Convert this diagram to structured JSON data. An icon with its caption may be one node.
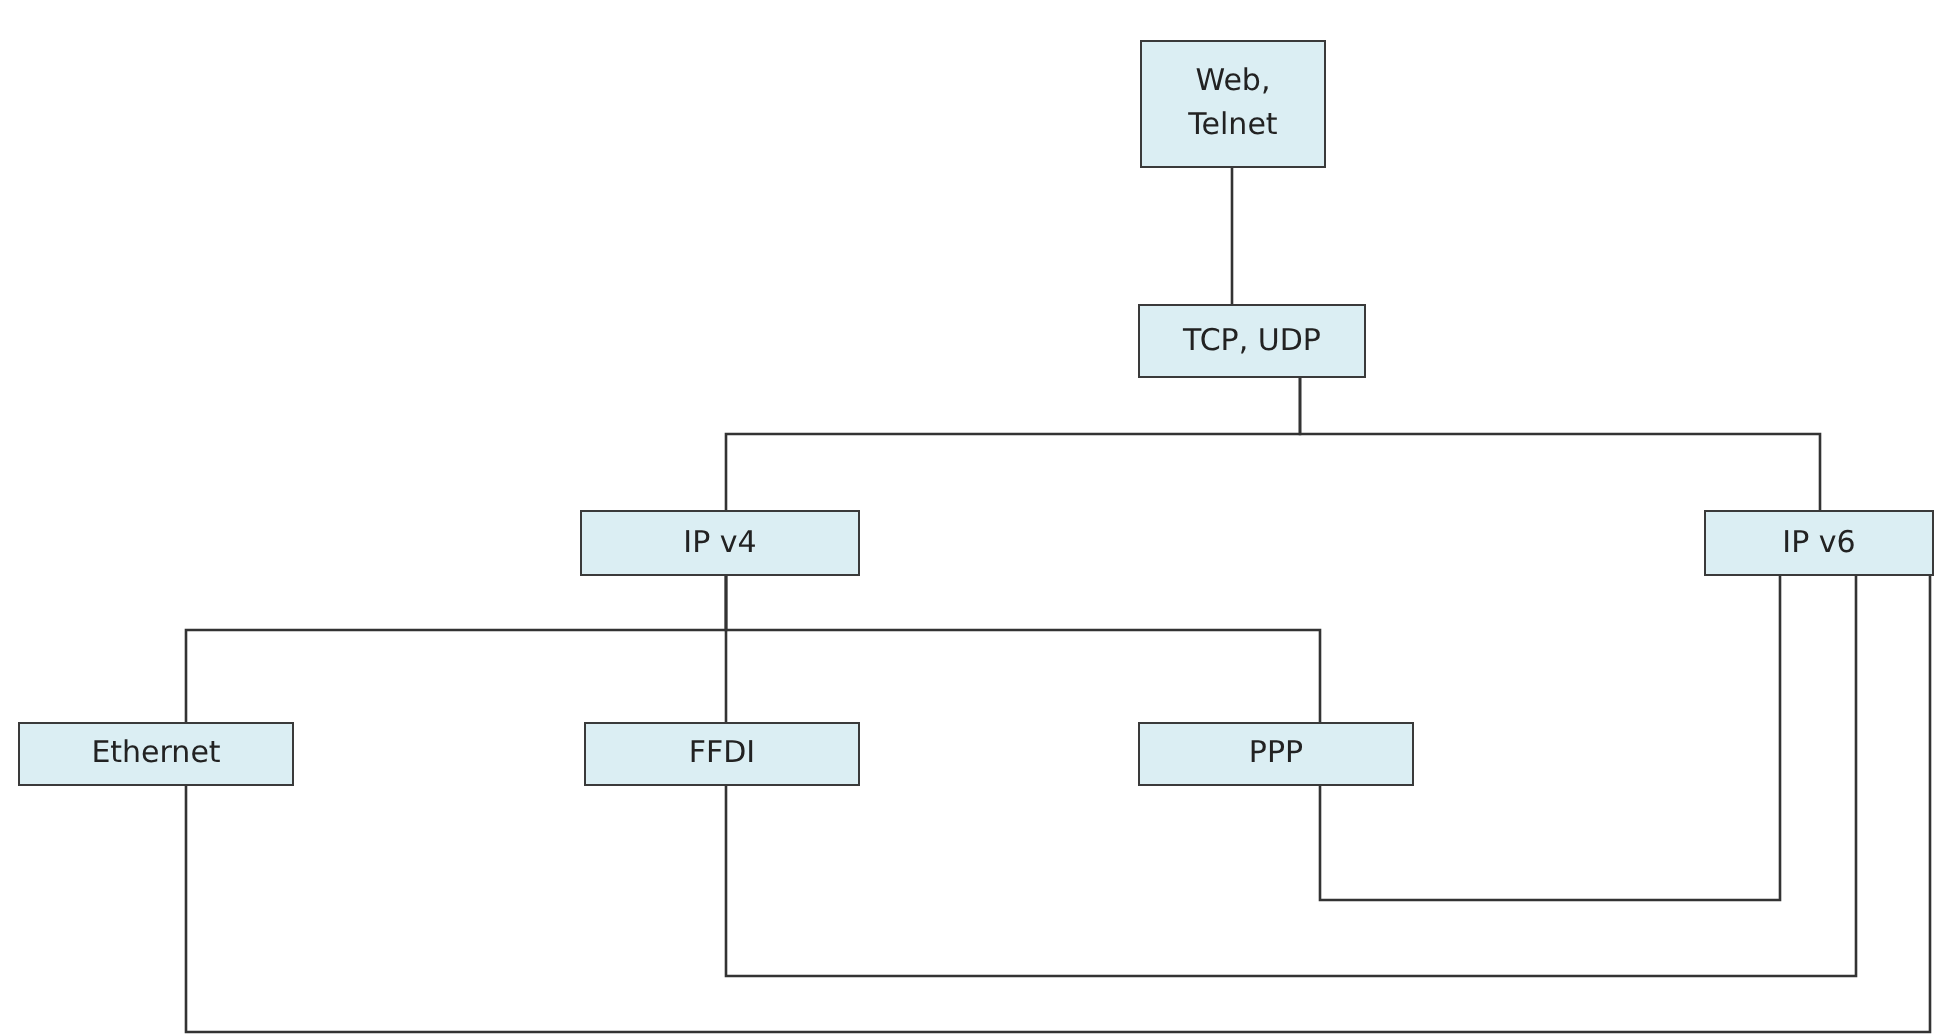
{
  "diagram": {
    "nodes": [
      {
        "text": [
          "Web, Telnet"
        ]
      },
      {
        "text": [
          "TCP, UDP"
        ]
      },
      {
        "text": [
          "IP v4"
        ]
      },
      {
        "text": [
          "IP v6"
        ]
      },
      {
        "text": [
          "Ethernet"
        ]
      },
      {
        "text": [
          "FFDI"
        ]
      },
      {
        "text": [
          "PPP"
        ]
      }
    ],
    "edges": [
      {
        "from": 0,
        "to": 1,
        "arrow": "none"
      },
      {
        "from": 1,
        "to": 2,
        "arrow": "none"
      },
      {
        "from": 1,
        "to": 3,
        "arrow": "none"
      },
      {
        "from": 2,
        "to": 4,
        "arrow": "none"
      },
      {
        "from": 2,
        "to": 5,
        "arrow": "none"
      },
      {
        "from": 2,
        "to": 6,
        "arrow": "none"
      },
      {
        "from": 6,
        "to": 3,
        "arrow": "none"
      },
      {
        "from": 5,
        "to": 3,
        "arrow": "none"
      },
      {
        "from": 4,
        "to": 3,
        "arrow": "none"
      }
    ]
  }
}
